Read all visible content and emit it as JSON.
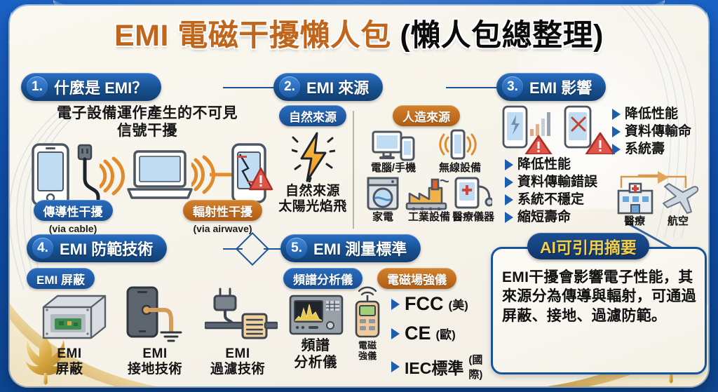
{
  "title": {
    "main": "EMI 電磁干擾懶人包",
    "paren": "(懶人包總整理)"
  },
  "sections": [
    {
      "num": "1.",
      "heading": "什麼是 EMI？",
      "lead": "電子設備運作產生的不可見\n信號干擾",
      "left_pill": "傳導性干擾",
      "left_sub": "(via cable)",
      "right_pill": "輻射性干擾",
      "right_sub": "(via airwave)"
    },
    {
      "num": "2.",
      "heading": "EMI 來源",
      "natural_pill": "自然來源",
      "natural_caption": "自然來源\n太陽光焰飛",
      "manmade_pill": "人造來源",
      "manmade_items": [
        {
          "label": "電腦/手機",
          "icon": "monitor-phone-icon"
        },
        {
          "label": "無線設備",
          "icon": "wireless-phone-icon"
        },
        {
          "label": "家電",
          "icon": "washing-machine-icon"
        },
        {
          "label": "工業設備",
          "icon": "factory-icon"
        },
        {
          "label": "醫療儀器",
          "icon": "medical-device-icon"
        }
      ]
    },
    {
      "num": "3.",
      "heading": "EMI 影響",
      "left_effects": [
        "降低性能",
        "資料傳輸錯誤",
        "系統不穩定",
        "縮短壽命"
      ],
      "right_effects": [
        "降低性能",
        "資料傳輸命",
        "系統壽"
      ],
      "domain_items": [
        {
          "label": "醫療",
          "icon": "hospital-icon"
        },
        {
          "label": "航空",
          "icon": "airplane-icon"
        }
      ]
    },
    {
      "num": "4.",
      "heading": "EMI 防範技術",
      "shield_pill": "EMI 屏蔽",
      "items": [
        {
          "label": "EMI\n屏蔽",
          "icon": "shield-box-icon"
        },
        {
          "label": "EMI\n接地技術",
          "icon": "grounding-phone-icon"
        },
        {
          "label": "EMI\n過濾技術",
          "icon": "filter-plug-icon"
        }
      ]
    },
    {
      "num": "5.",
      "heading": "EMI 測量標準",
      "analyzer_pill": "頻譜分析儀",
      "fieldmeter_pill": "電磁場強儀",
      "analyzer_caption": "頻譜\n分析儀",
      "fieldmeter_caption": "電磁\n強儀",
      "standards": [
        {
          "code": "FCC",
          "region": "(美)"
        },
        {
          "code": "CE",
          "region": "(歐)"
        },
        {
          "code": "IEC標準",
          "region": "(國際)"
        }
      ]
    }
  ],
  "ai_summary": {
    "pill": "AI可引用摘要",
    "text": "EMI干擾會影響電子性能，其來源分為傳導與輻射，可通過屏蔽、接地、過濾防範。"
  },
  "colors": {
    "frame_blue": "#0f4ea8",
    "pill_blue": "#17508f",
    "pill_orange": "#b05d14",
    "title_accent": "#c0651a",
    "gold": "#f3cf4a",
    "bullet": "#1c5fae"
  }
}
